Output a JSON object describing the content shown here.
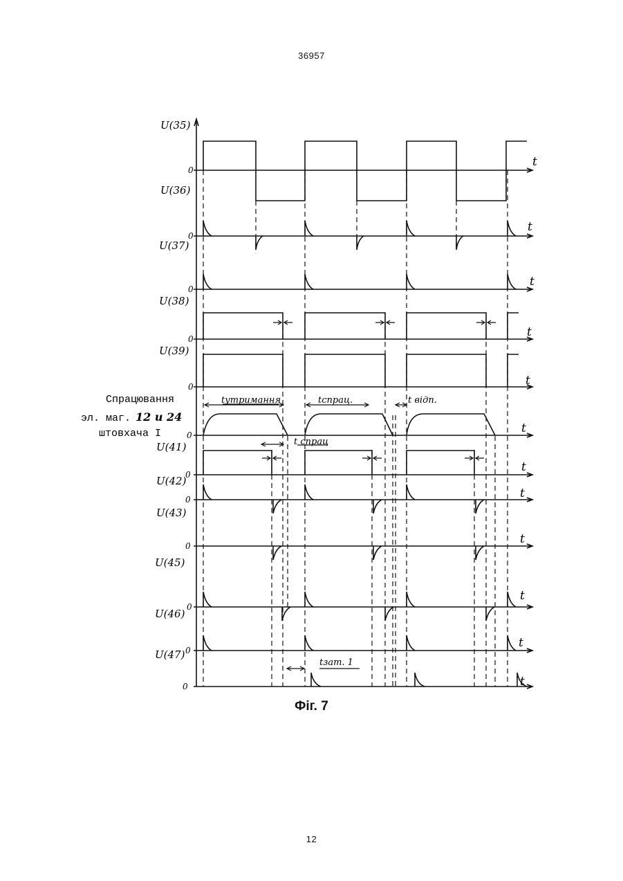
{
  "header": {
    "doc_number": "36957"
  },
  "footer": {
    "page_number": "12"
  },
  "figure": {
    "caption": "Фіг. 7",
    "time_symbol": "t",
    "zero_symbol": "0",
    "signals": [
      "U(35)",
      "U(36)",
      "U(37)",
      "U(38)",
      "U(39)",
      "",
      "U(41)",
      "U(42)",
      "U(43)",
      "U(45)",
      "U(46)",
      "U(47)"
    ],
    "operation_label": {
      "line1": "Спрацювання",
      "line2_prefix": "эл. маг.",
      "line2_numbers": "12 и 24",
      "line3": "штовхача I"
    },
    "interval_labels": {
      "hold": "tутримання",
      "act_1": "tспрац.",
      "release": "t відп.",
      "act_2": "t спрац",
      "delay": "tзат. 1"
    }
  }
}
